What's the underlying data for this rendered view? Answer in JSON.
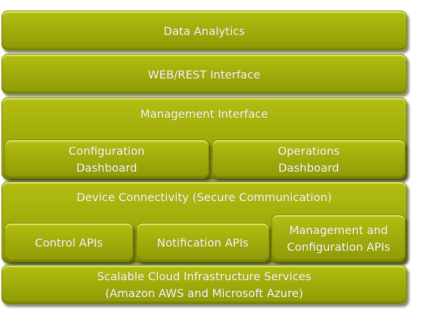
{
  "layers": {
    "data_analytics": "Data Analytics",
    "web_rest": "WEB/REST Interface",
    "management_interface": "Management Interface",
    "configuration_dashboard": [
      "Configuration",
      "Dashboard"
    ],
    "operations_dashboard": [
      "Operations",
      "Dashboard"
    ],
    "device_connectivity": "Device Connectivity (Secure Communication)",
    "control_apis": "Control APIs",
    "notification_apis": "Notification APIs",
    "management_configuration_apis": [
      "Management and",
      "Configuration APIs"
    ],
    "cloud_infrastructure": [
      "Scalable Cloud Infrastructure Services",
      "(Amazon AWS and Microsoft Azure)"
    ]
  },
  "colors": {
    "block_fill": "#a2ad0b",
    "block_highlight": "#d8e16a",
    "text": "#ffffff"
  }
}
